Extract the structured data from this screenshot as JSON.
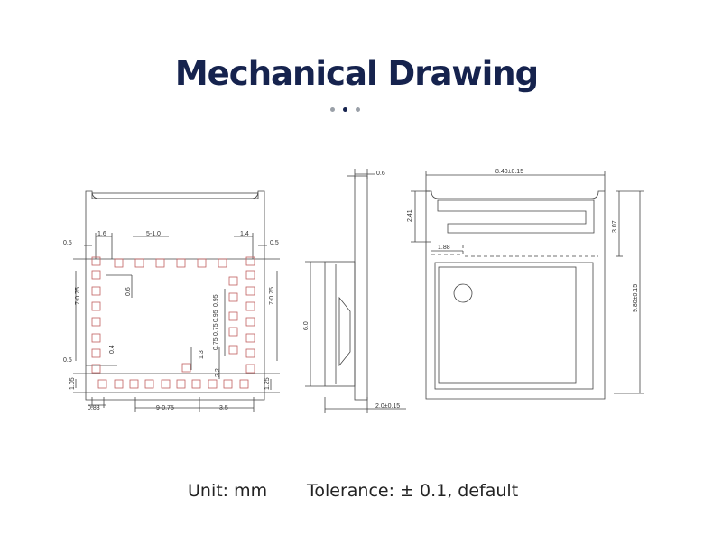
{
  "title": "Mechanical Drawing",
  "pager": {
    "count": 3,
    "active": 1
  },
  "footer": {
    "unit": "Unit: mm",
    "tolerance": "Tolerance: ± 0.1, default"
  },
  "front_view": {
    "dims": {
      "pitch_top_left": "1.6",
      "pads_top": "5-1.0",
      "pitch_top_right": "1.4",
      "edge_left": "0.5",
      "edge_right": "0.5",
      "left_column": "7-0.75",
      "right_column": "7-0.75",
      "inner_offset": "0.6",
      "inner_pitch": "0.75",
      "inner_pitch_2": "0.75",
      "inner_pitch_3": "0.95",
      "inner_pitch_4": "0.95",
      "small_pad": "0.4",
      "edge_left_bottom": "0.5",
      "inner_height": "1.3",
      "inner_height_2": "2.2",
      "bottom_left": "1.05",
      "bottom_right": "1.25",
      "corner_offset": "0.83",
      "pads_bottom": "9-0.75",
      "bottom_span": "3.5"
    }
  },
  "side_view": {
    "dims": {
      "shield": "0.6",
      "height": "6.0",
      "thickness": "2.0±0.15"
    }
  },
  "top_view": {
    "dims": {
      "width": "8.40±0.15",
      "antenna_height": "2.41",
      "antenna_offset": "1.88",
      "keepout": "3.07",
      "length": "9.80±0.15"
    }
  }
}
